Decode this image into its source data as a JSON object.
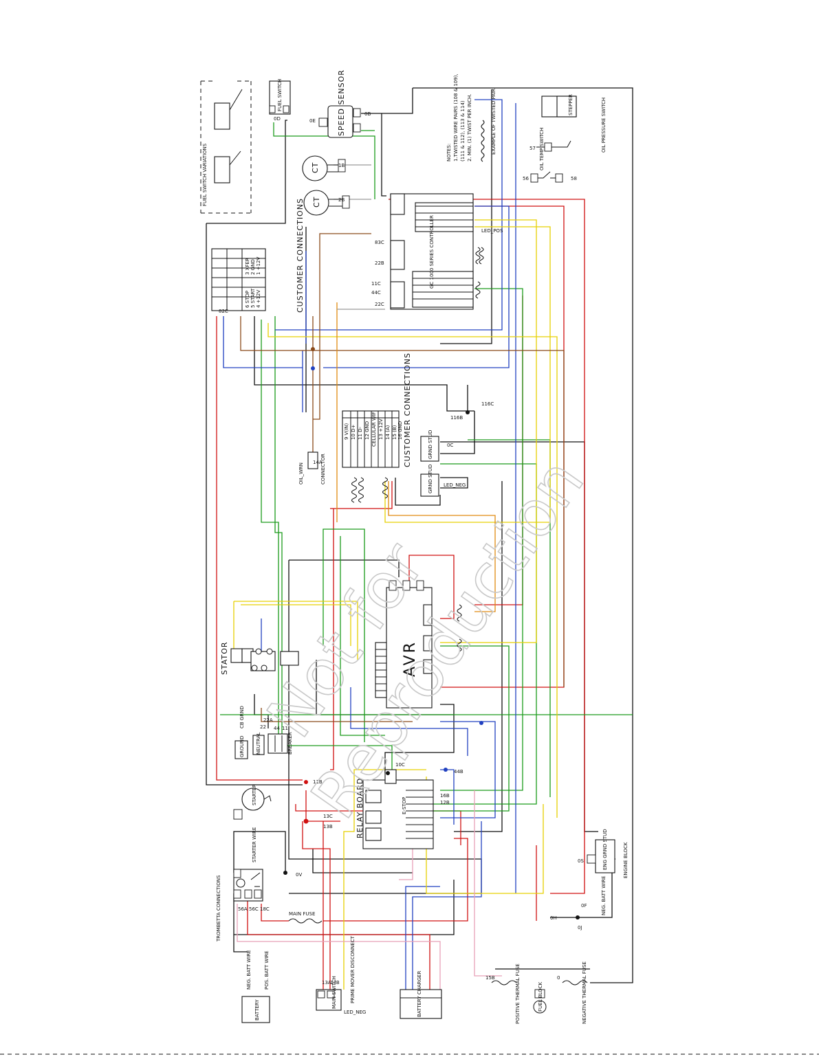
{
  "watermark": {
    "line1": "Not for",
    "line2": "Reproduction"
  },
  "colors": {
    "red": "#d01010",
    "green": "#1a9a1a",
    "blue": "#2040c0",
    "yellow": "#e6d000",
    "brown": "#8a4a1a",
    "orange": "#e08a10",
    "pink": "#e8a0b8",
    "gray": "#9a9a9a",
    "black": "#111111"
  },
  "components": {
    "fuel_switch": "FUEL SWITCH",
    "speed_sensor": "SPEED SENSOR",
    "ct1": "CT",
    "ct2": "CT",
    "stepper": "STEPPER",
    "oil_pressure_switch": "OIL PRESSURE SWITCH",
    "oil_temp_switch": "OIL TEMP SWITCH",
    "controller": "GC 1000 SERIES CONTROLLER",
    "customer_connections_1": "CUSTOMER CONNECTIONS",
    "customer_connections_2": "CUSTOMER CONNECTIONS",
    "oil_warn": "OIL_WRN",
    "connector": "CONNECTOR",
    "cellular": "CELLULAR WIFI",
    "grnd_stud_1": "GRND STUD",
    "grnd_stud_2": "GRND STUD",
    "stator": "STATOR",
    "avr": "AVR",
    "ground": "GROUND",
    "neutral": "NEUTRAL",
    "breaker": "BREAKER",
    "relay_board": "RELAY BOARD",
    "estop": "E-STOP",
    "starter": "STARTER",
    "trombetta": "TROMBETTA CONNECTIONS",
    "starter_wire": "STARTER WIRE",
    "main_fuse": "MAIN FUSE",
    "battery": "BATTERY",
    "neg_batt_wire": "NEG. BATT WIRE",
    "pos_batt_wire": "POS. BATT WIRE",
    "main_switch": "MAIN SWITCH",
    "prime_mover_disconnect": "PRIME MOVER DISCONNECT",
    "battery_charger": "BATTERY CHARGER",
    "positive_thermal_fuse": "POSITIVE THERMAL FUSE",
    "negative_thermal_fuse": "NEGATIVE THERMAL FUSE",
    "fuel_block": "FUEL BLOCK",
    "eng_grnd_stud": "ENG GRND STUD",
    "neg_batt_wire_2": "NEG. BATT WIRE",
    "engine_block": "ENGINE BLOCK",
    "cb_grnd": "CB GRND",
    "fuel_switch_variations": "FUEL SWITCH VARIATIONS"
  },
  "notes": {
    "title": "NOTES:",
    "line1": "1.TWISTED WIRE PAIRS (108 & 109),",
    "line2": "(111 & 112), (113 & 114)",
    "line3": "2. MIN. (1) TWIST PER INCH.",
    "twist_caption": "EXAMPLE OF TWISTED PAIR"
  },
  "customer_table": {
    "rows": [
      "1 +12V",
      "2 GND",
      "3 XFER",
      "4 +12V",
      "5 START",
      "6 STOP"
    ]
  },
  "cellular_table": {
    "rows": [
      "9 V(IN)",
      "10 D+",
      "11 D-",
      "12 GND",
      "13 +12V",
      "14 (A)",
      "15 (B)",
      "16 GND"
    ]
  },
  "wire_labels": {
    "led_pos": "LED_POS",
    "led_neg": "LED_NEG",
    "w11b": "11B",
    "w11c": "11C",
    "w1b": "1B",
    "w2b": "2B",
    "w13a": "13A",
    "w13b": "13B",
    "w13c": "13C",
    "w12b": "12B",
    "w15b": "15B",
    "w16b": "16B",
    "w18c": "18C",
    "w10c": "10C",
    "w22b": "22B",
    "w22c": "22C",
    "w44b": "44B",
    "w44c": "44C",
    "w82c": "82C",
    "w83c": "83C",
    "w116b": "116B",
    "w116c": "116C",
    "w0": "0",
    "w0b": "0B",
    "w0c": "0C",
    "w0d": "0D",
    "w0e": "0E",
    "w0f": "0F",
    "w0j": "0J",
    "w0s": "0S",
    "w0h": "0H",
    "w0v": "0V",
    "w14a": "14A",
    "w22": "22",
    "w22a": "22A",
    "w44": "44",
    "w11": "11",
    "w56a": "56A",
    "w56c": "56C",
    "w56": "56",
    "w57": "57",
    "w58": "58"
  }
}
